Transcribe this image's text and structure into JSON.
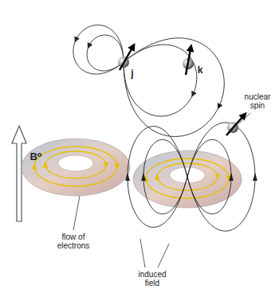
{
  "diagram": {
    "labels": [
      "j",
      "k",
      "B⁰",
      "flow of electrons",
      "induced field",
      "nuclear spin"
    ]
  }
}
